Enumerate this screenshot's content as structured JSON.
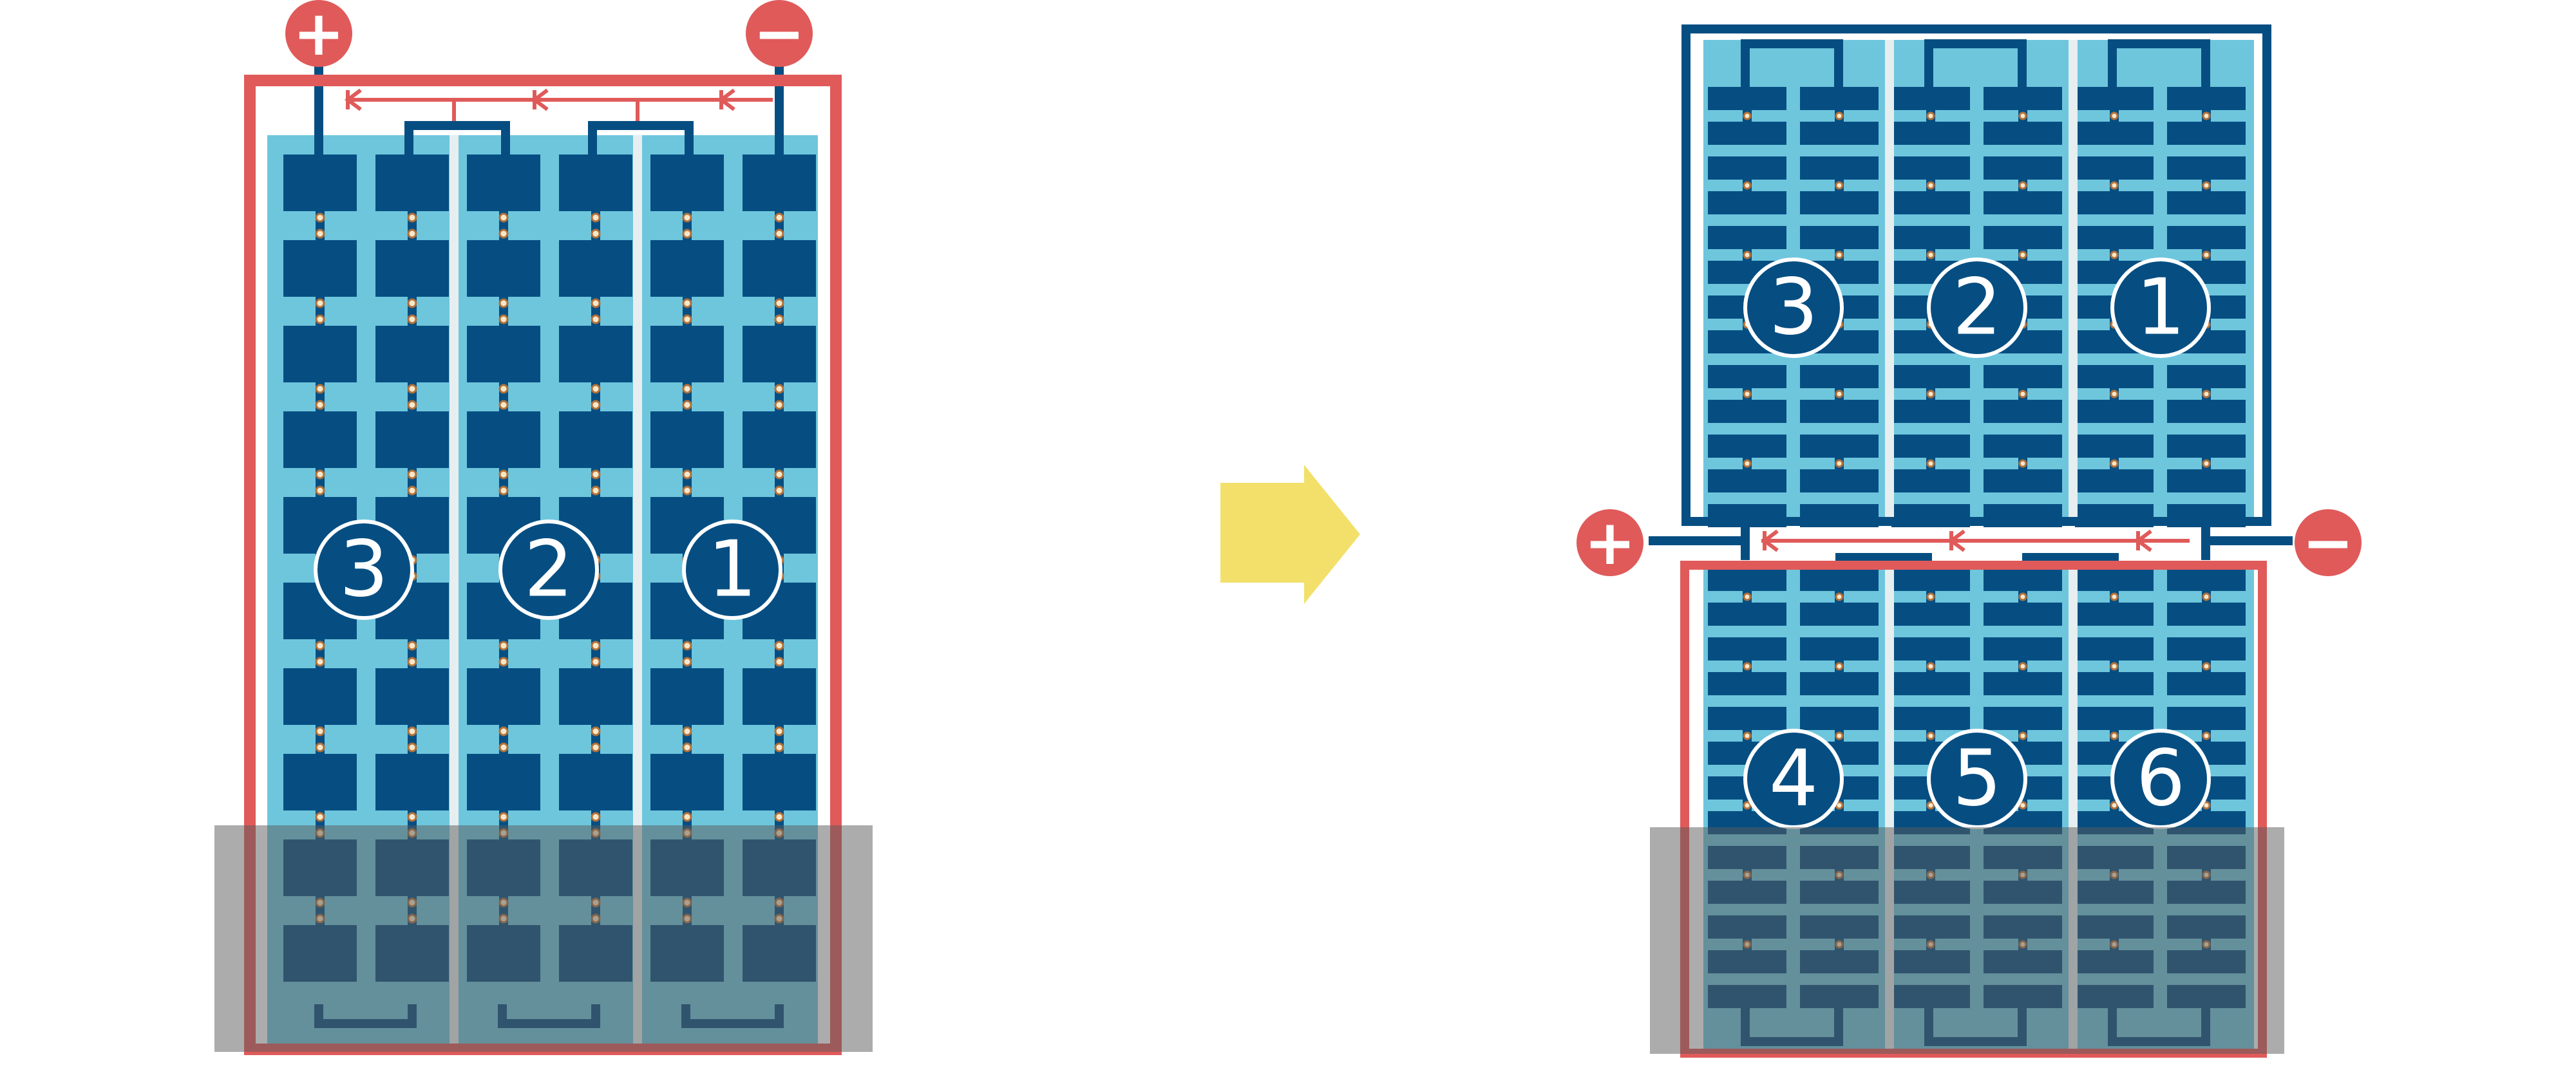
{
  "colors": {
    "panel": "#6ec6dd",
    "cell": "#064e82",
    "red": "#e05a5a",
    "shade": "#5a5a5a",
    "arrow": "#f3e06b",
    "divider": "#e6eef0"
  },
  "left_module": {
    "string_numbers": [
      "3",
      "2",
      "1"
    ],
    "positive_symbol": "+",
    "negative_symbol": "−"
  },
  "right_module": {
    "top_string_numbers": [
      "3",
      "2",
      "1"
    ],
    "bottom_string_numbers": [
      "4",
      "5",
      "6"
    ],
    "positive_symbol": "+",
    "negative_symbol": "−"
  },
  "arrow_icon": "right-arrow-icon"
}
